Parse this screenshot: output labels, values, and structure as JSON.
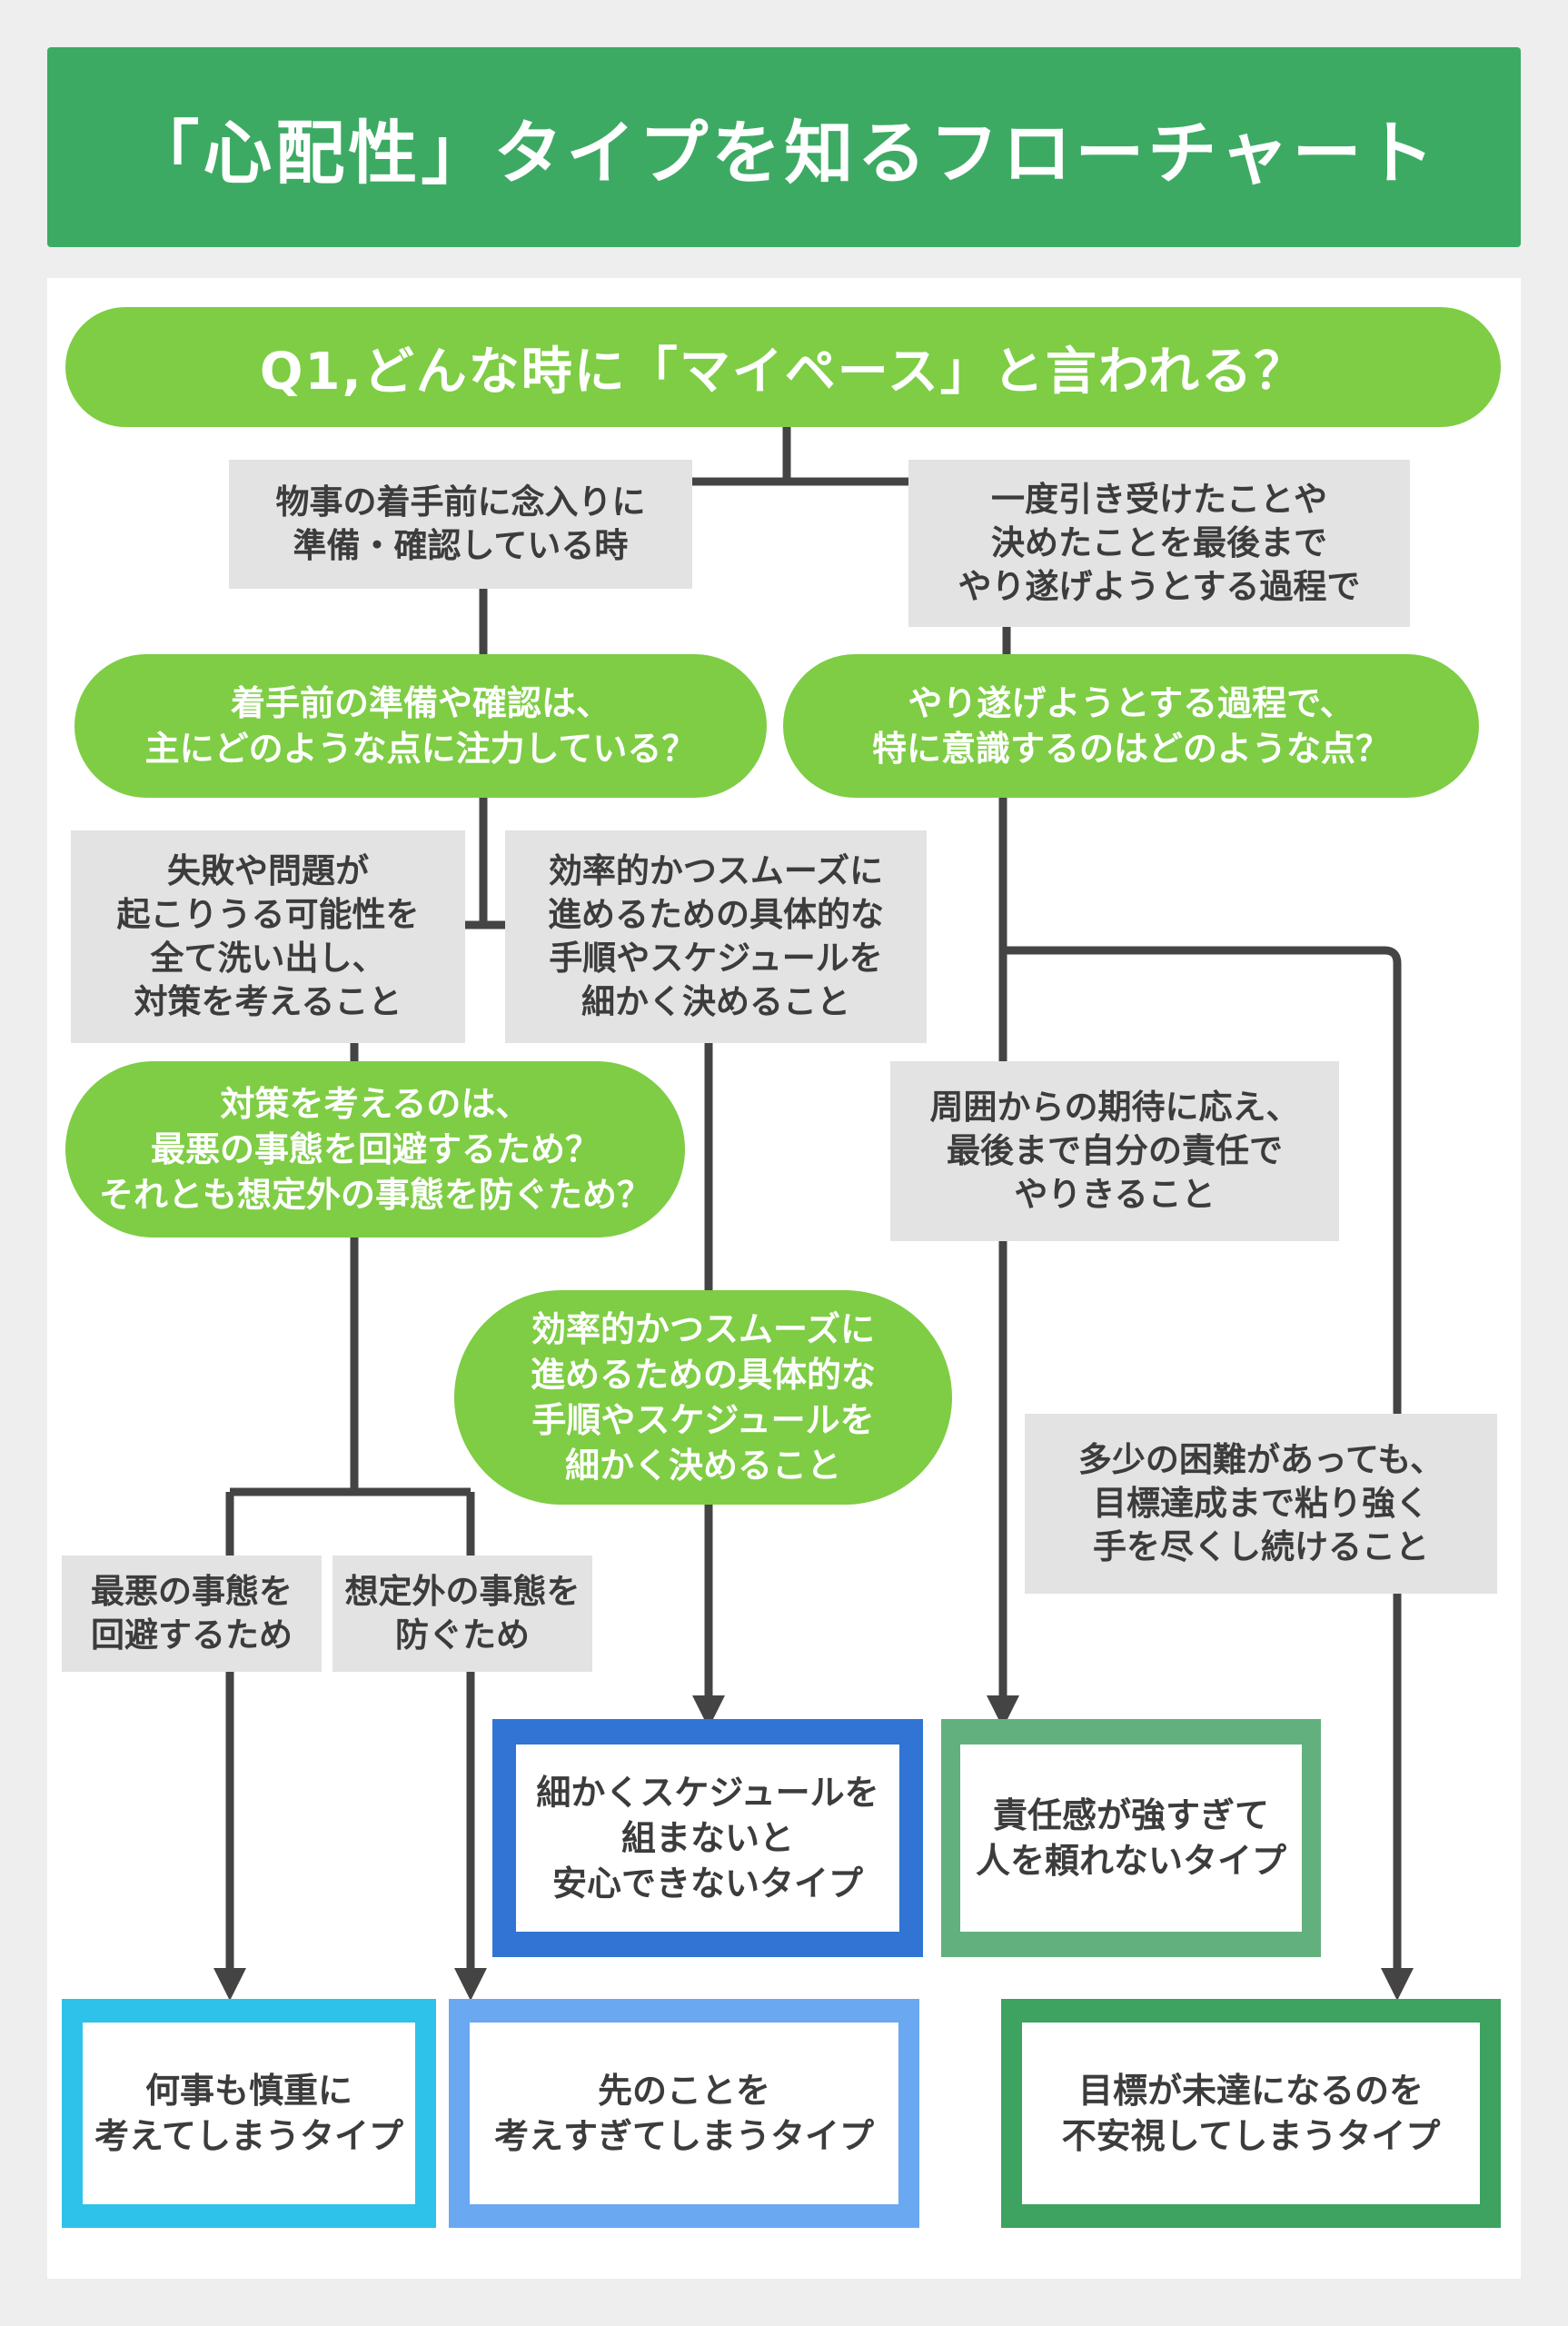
{
  "title": "「心配性」タイプを知るフローチャート",
  "q1": "Q1,どんな時に「マイペース」と言われる？",
  "branch_left": {
    "answer": "物事の着手前に念入りに\n準備・確認している時",
    "question": "着手前の準備や確認は、\n主にどのような点に注力している？",
    "option_a": "失敗や問題が\n起こりうる可能性を\n全て洗い出し、\n対策を考えること",
    "option_b": "効率的かつスムーズに\n進めるための具体的な\n手順やスケジュールを\n細かく決めること",
    "sub_question": "対策を考えるのは、\n最悪の事態を回避するため？\nそれとも想定外の事態を防ぐため？",
    "sub_pill": "効率的かつスムーズに\n進めるための具体的な\n手順やスケジュールを\n細かく決めること",
    "sub_answer_a": "最悪の事態を\n回避するため",
    "sub_answer_b": "想定外の事態を\n防ぐため"
  },
  "branch_right": {
    "answer": "一度引き受けたことや\n決めたことを最後まで\nやり遂げようとする過程で",
    "question": "やり遂げようとする過程で、\n特に意識するのはどのような点？",
    "option_a": "周囲からの期待に応え、\n最後まで自分の責任で\nやりきること",
    "option_b": "多少の困難があっても、\n目標達成まで粘り強く\n手を尽くし続けること"
  },
  "results": {
    "schedule": "細かくスケジュールを\n組まないと\n安心できないタイプ",
    "responsibility": "責任感が強すぎて\n人を頼れないタイプ",
    "careful": "何事も慎重に\n考えてしまうタイプ",
    "overthink": "先のことを\n考えすぎてしまうタイプ",
    "goal": "目標が未達になるのを\n不安視してしまうタイプ"
  },
  "colors": {
    "title_bg": "#3daa64",
    "pill_bg": "#7ecd45",
    "option_bg": "#e3e3e3",
    "line": "#444444",
    "result_schedule": "#3174d4",
    "result_responsibility": "#63b07f",
    "result_careful": "#2ec2ea",
    "result_overthink": "#6aa8f2",
    "result_goal": "#3ea260"
  }
}
